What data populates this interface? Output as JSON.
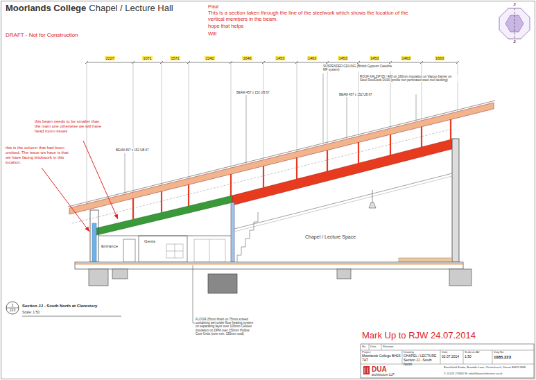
{
  "diagram": {
    "title": "Moorlands College",
    "labels": [
      "Chapel / Lecture Hall",
      "DRAFT - Not for Construction",
      "Paul",
      "This is a section taken through the line of the steelwork which shows the location of the vertical members in the beam.",
      "hope that helps",
      "Will",
      "2227",
      "1071",
      "1571",
      "2242",
      "1646",
      "1453",
      "1463",
      "1453",
      "1453",
      "1463",
      "1663",
      "SUSPENDED CEILING (British Gypsum Casoline MF system)",
      "ROOF KALZIP 65 / 400 on 180mm insulation on Vapour barrier on Steel RoofDeck D100 (profile non perforated steel roof decking)",
      "BEAM 457 x 152 UB 67",
      "BEAM 457 x 152 UB 67",
      "BEAM 457 x 152 UB 67",
      "this beam needs to be smaller than the main one otherwise we will have head room issues",
      "this is the column that had been omitted. The issue we have is that we have facing brickwork in this location.",
      "Entrance",
      "Gents",
      "Chapel / Lecture Space",
      "FLOOR 25mm finish on 75mm screed containing wet under floor heating system on separating layer over 100mm Celotex insulation on DPM over 150mm Hollow Core Units (over min. 150mm void)",
      "1",
      "223",
      "Section JJ - South North at Clerestory",
      "Scale: 1:50",
      "Mark Up to RJW 24.07.2014",
      "No",
      "Date",
      "Revision",
      "Project",
      "Moorlands College BH23 7AT",
      "Drawing",
      "CHAPEL / LECTURE Section JJ - South North",
      "Date",
      "02.07.2014",
      "Scale on A2",
      "1:50",
      "Dwg No",
      "1085.223",
      "DUA",
      "architecture LLP",
      "Beechfield Studio, Bramble Lane, Christchurch, Dorset BH23 9NW",
      "T: 01425 276692 E: info@duaarchitecture.co.uk",
      "J",
      "J"
    ]
  }
}
